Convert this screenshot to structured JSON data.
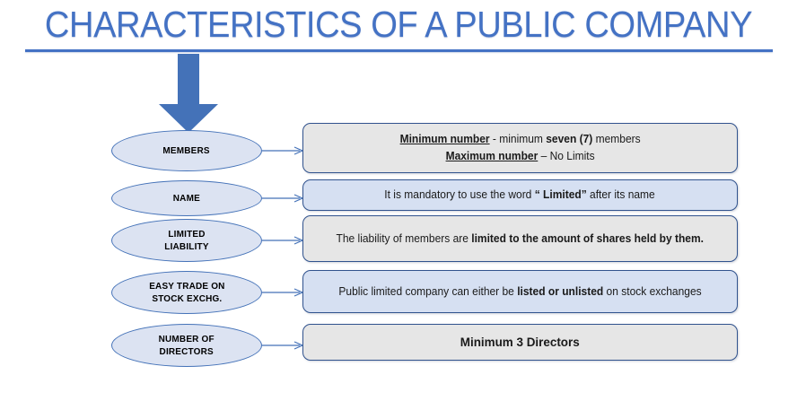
{
  "title": "CHARACTERISTICS OF A PUBLIC COMPANY",
  "colors": {
    "title_blue": "#4472C4",
    "arrow_blue": "#4472B8",
    "shape_outline": "#31538E",
    "ellipse_fill": "#DCE3F2",
    "box_gray_fill": "#E6E6E6",
    "box_blue_fill": "#D6E0F2"
  },
  "icons": {
    "down_arrow": "down-block-arrow-icon",
    "connector": "arrow-right-connector-icon"
  },
  "rows": [
    {
      "label_line1": "MEMBERS",
      "label_line2": "",
      "box_fill": "gray",
      "lines": [
        [
          {
            "text": "Minimum number",
            "style": "bold-underline"
          },
          {
            "text": " - minimum ",
            "style": "normal"
          },
          {
            "text": "seven (7)",
            "style": "bold"
          },
          {
            "text": " members",
            "style": "normal"
          }
        ],
        [
          {
            "text": "Maximum number",
            "style": "bold-underline"
          },
          {
            "text": " – No Limits",
            "style": "normal"
          }
        ]
      ]
    },
    {
      "label_line1": "NAME",
      "label_line2": "",
      "box_fill": "blue",
      "lines": [
        [
          {
            "text": "It is mandatory to use the word ",
            "style": "normal"
          },
          {
            "text": "“ Limited”",
            "style": "bold"
          },
          {
            "text": " after its name",
            "style": "normal"
          }
        ]
      ]
    },
    {
      "label_line1": "LIMITED",
      "label_line2": "LIABILITY",
      "box_fill": "gray",
      "lines": [
        [
          {
            "text": "The liability of members  are ",
            "style": "normal"
          },
          {
            "text": "limited to the amount of shares held by them.",
            "style": "bold"
          }
        ]
      ]
    },
    {
      "label_line1": "EASY TRADE  ON",
      "label_line2": "STOCK EXCHG.",
      "box_fill": "blue",
      "lines": [
        [
          {
            "text": "Public limited company can either be ",
            "style": "normal"
          },
          {
            "text": "listed or unlisted",
            "style": "bold"
          },
          {
            "text": " on stock exchanges",
            "style": "normal"
          }
        ]
      ]
    },
    {
      "label_line1": "NUMBER OF",
      "label_line2": "DIRECTORS",
      "box_fill": "gray",
      "lines": [
        [
          {
            "text": "Minimum 3 Directors",
            "style": "big"
          }
        ]
      ]
    }
  ]
}
